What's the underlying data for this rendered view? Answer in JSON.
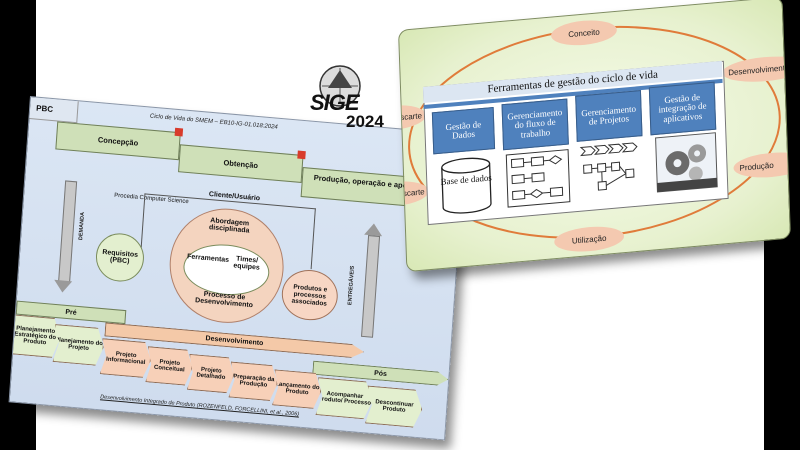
{
  "left_slide": {
    "pbc_label": "PBC",
    "subtitle": "Ciclo de Vida do SMEM – EB10-IG-01.018:2024",
    "phases": [
      "Concepção",
      "Obtenção",
      "Produção, operação e apoio"
    ],
    "client": "Cliente/Usuário",
    "source": "Procedia Computer Science",
    "requirements": "Requisitos (PBC)",
    "approach": "Abordagem disciplinada",
    "tools": "Ferramentas",
    "teams": "Times/ equipes",
    "process": "Processo de Desenvolvimento",
    "products": "Produtos e processos associados",
    "demand": "DEMANDA",
    "deliveries": "ENTREGÁVEIS",
    "bands": [
      "Pré",
      "Desenvolvimento",
      "Pós"
    ],
    "stages": [
      "Planejamento Estratégico do Produto",
      "Planejamento do Projeto",
      "Projeto Informacional",
      "Projeto Conceitual",
      "Projeto Detalhado",
      "Preparação da Produção",
      "Lançamento do Produto",
      "Acompanhar Produto/ Processo",
      "Descontinuar Produto"
    ],
    "footer": "Desenvolvimento Integrado de Produto (ROZENFELD, FORCELLINI, et al., 2006)"
  },
  "logo": {
    "name": "SIGE",
    "year": "2024"
  },
  "right_slide": {
    "title": "Ferramentas de gestão do ciclo de vida",
    "cycle": [
      "Conceito",
      "Desenvolvimento",
      "Produção",
      "Utilização",
      "Descarte",
      "Descarte"
    ],
    "boxes": [
      "Gestão de Dados",
      "Gerenciamento do fluxo de trabalho",
      "Gerenciamento de Projetos",
      "Gestão de integração de aplicativos"
    ],
    "database": "Base de dados"
  },
  "colors": {
    "blue": "#4f81bd",
    "green_phase": "#cfe0b8",
    "orange": "#f4c9b0"
  }
}
